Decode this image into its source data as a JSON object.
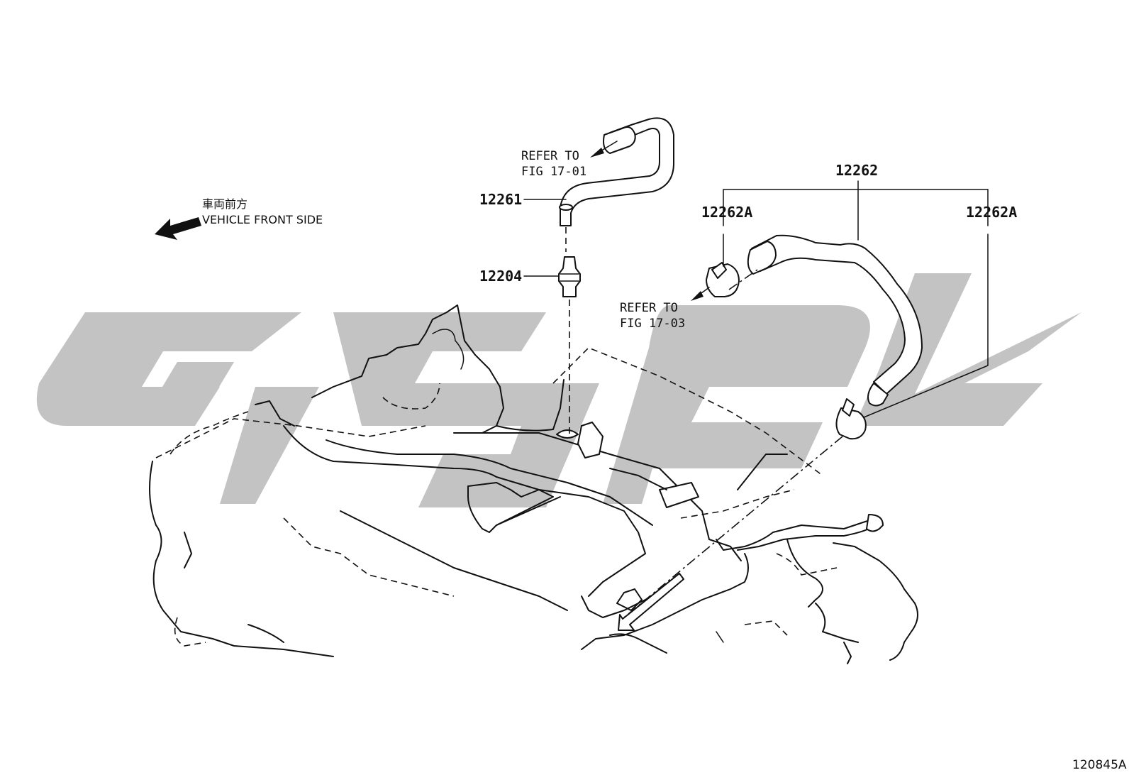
{
  "diagram": {
    "orientation": {
      "japanese_label": "車両前方",
      "english_label": "VEHICLE FRONT SIDE",
      "arrow_icon": "arrow-left-front-icon"
    },
    "references": [
      {
        "line1": "REFER TO",
        "line2": "FIG 17-01"
      },
      {
        "line1": "REFER TO",
        "line2": "FIG 17-03"
      }
    ],
    "callouts": {
      "hose": "12261",
      "valve": "12204",
      "assembly": "12262",
      "clamp_left": "12262A",
      "clamp_right": "12262A"
    },
    "figure_number": "120845A",
    "watermark_icon": "watermark-logo-icon",
    "colors": {
      "line": "#111111",
      "watermark": "#c3c3c3",
      "background": "#ffffff"
    }
  }
}
